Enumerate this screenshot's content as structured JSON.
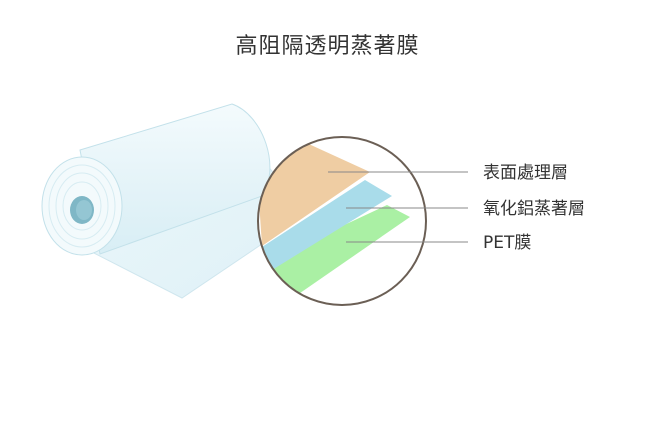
{
  "title": "高阻隔透明蒸著膜",
  "layers": [
    {
      "id": "surface",
      "label": "表面處理層",
      "color": "#efcda3"
    },
    {
      "id": "alox",
      "label": "氧化鋁蒸著層",
      "color": "#a9dcea"
    },
    {
      "id": "pet",
      "label": "PET膜",
      "color": "#aaf0a4"
    }
  ],
  "colors": {
    "roll_fill": "#eef8fb",
    "roll_stroke": "#bcdde6",
    "core": "#7fb7c6",
    "circle_stroke": "#6b5f55",
    "leader_line": "#888888"
  },
  "icons": {
    "roll": "film-roll-icon",
    "magnifier": "magnifier-circle-icon"
  }
}
